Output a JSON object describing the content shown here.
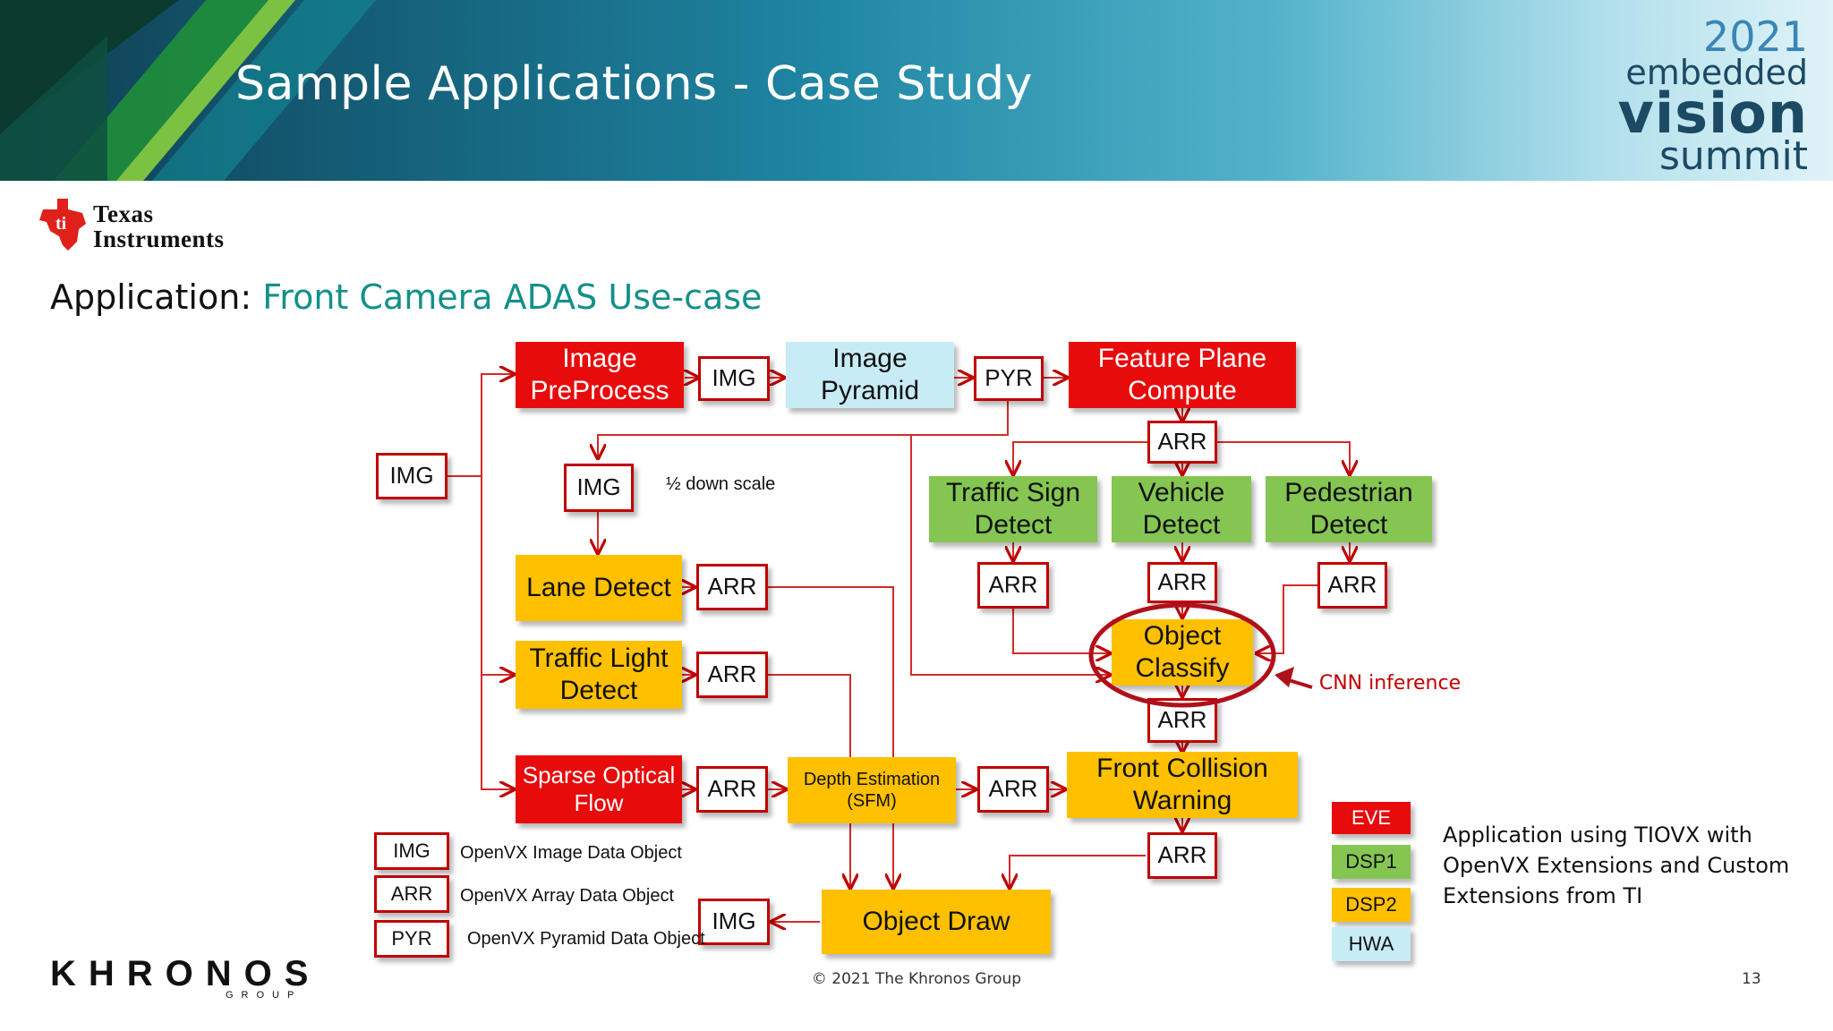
{
  "header": {
    "title": "Sample Applications - Case Study"
  },
  "event_logo": {
    "year": "2021",
    "line1": "embedded",
    "line2": "vision",
    "line3": "summit"
  },
  "ti_logo": {
    "line1": "Texas",
    "line2": "Instruments"
  },
  "application": {
    "prefix": "Application: ",
    "name": "Front Camera ADAS Use-case"
  },
  "nodes": {
    "img_input": "IMG",
    "image_preprocess": "Image PreProcess",
    "img_after_pre": "IMG",
    "image_pyramid": "Image Pyramid",
    "pyr": "PYR",
    "feature_plane": "Feature Plane Compute",
    "arr_feature": "ARR",
    "img_half": "IMG",
    "half_downscale": "½ down scale",
    "traffic_sign": "Traffic Sign Detect",
    "vehicle": "Vehicle Detect",
    "pedestrian": "Pedestrian Detect",
    "lane": "Lane Detect",
    "arr_lane": "ARR",
    "arr_sign": "ARR",
    "arr_vehicle": "ARR",
    "arr_ped": "ARR",
    "object_classify": "Object Classify",
    "traffic_light": "Traffic Light Detect",
    "arr_light": "ARR",
    "arr_classify": "ARR",
    "sparse_flow": "Sparse Optical Flow",
    "arr_flow": "ARR",
    "depth": "Depth Estimation (SFM)",
    "arr_depth": "ARR",
    "front_collision": "Front Collision Warning",
    "arr_fcw": "ARR",
    "img_out": "IMG",
    "object_draw": "Object Draw"
  },
  "data_legend": [
    {
      "key": "IMG",
      "desc": "OpenVX Image Data Object"
    },
    {
      "key": "ARR",
      "desc": "OpenVX Array Data Object"
    },
    {
      "key": "PYR",
      "desc": "OpenVX Pyramid Data Object"
    }
  ],
  "core_legend": [
    {
      "label": "EVE",
      "color": "#e80b0b"
    },
    {
      "label": "DSP1",
      "color": "#84c651"
    },
    {
      "label": "DSP2",
      "color": "#ffc000"
    },
    {
      "label": "HWA",
      "color": "#c8ecf6"
    }
  ],
  "callout": "CNN inference",
  "note": "Application using TIOVX with OpenVX Extensions and Custom Extensions from TI",
  "footer": {
    "copyright": "© 2021 The Khronos Group",
    "page": "13"
  },
  "khronos": {
    "word": "KHRONOS",
    "sub": "GROUP"
  }
}
